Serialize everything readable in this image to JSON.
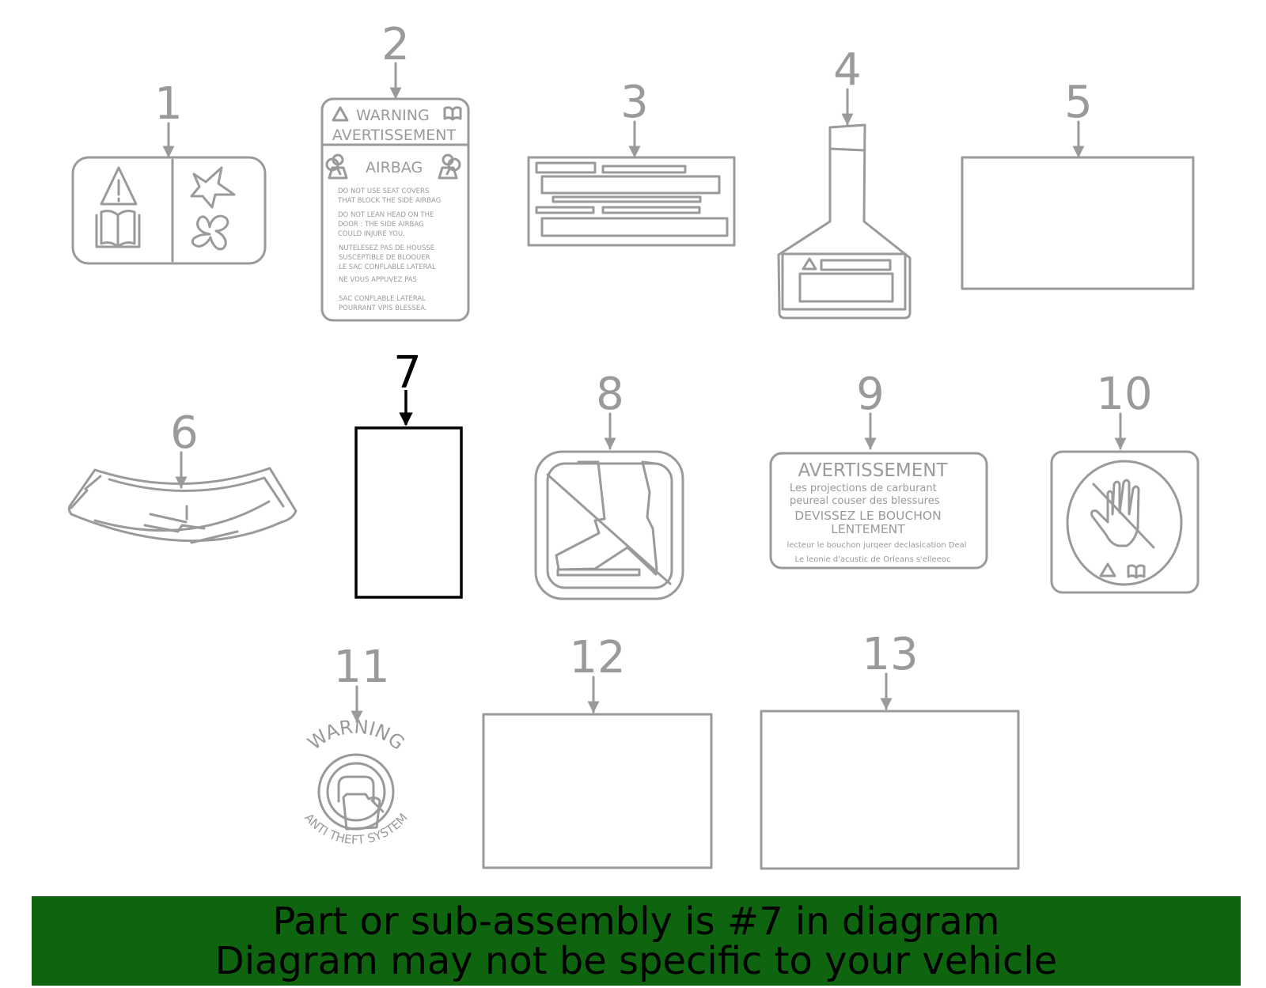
{
  "colors": {
    "line": "#9a9a9a",
    "highlight": "#000000",
    "banner_bg": "#0f650f",
    "banner_text": "#000000"
  },
  "callouts": [
    "1",
    "2",
    "3",
    "4",
    "5",
    "6",
    "7",
    "8",
    "9",
    "10",
    "11",
    "12",
    "13"
  ],
  "highlighted_part": "7",
  "label2": {
    "warning": "WARNING",
    "avertissement": "AVERTISSEMENT",
    "airbag": "AIRBAG",
    "lines": [
      "DO NOT USE SEAT COVERS",
      "THAT BLOCK THE SIDE AIRBAG",
      "DO NOT LEAN HEAD ON THE",
      "DOOR : THE SIDE AIRBAG",
      "COULD INJURE YOU.",
      "NUTELESEZ PAS DE HOUSSE",
      "SUSCEPTIBLE DE BLOOUER",
      "LE SAC CONFLABLE LATERAL",
      "NE VOUS APPUVEZ PAS",
      "SAC CONFLABLE LATERAL",
      "POURRANT VPIS BLESSEA."
    ]
  },
  "label9": {
    "title": "AVERTISSEMENT",
    "line1": "Les projections de carburant",
    "line2": "peureal couser des blessures",
    "line3": "DEVISSEZ LE BOUCHON",
    "line4": "LENTEMENT",
    "line5": "lecteur le bouchon jurqeer declasication  Deal",
    "line6": "Le leonie d'acustic de Orleans s'elleeoc"
  },
  "label11": {
    "top": "WARNING",
    "bottom": "ANTI THEFT SYSTEM"
  },
  "icons": [
    "warning-triangle-icon",
    "manual-book-icon",
    "airbag-icon",
    "no-touch-hand-icon",
    "anti-theft-icon"
  ],
  "banner": {
    "line1": "Part or sub-assembly is #7 in diagram",
    "line2": "Diagram may not be specific to your vehicle"
  }
}
